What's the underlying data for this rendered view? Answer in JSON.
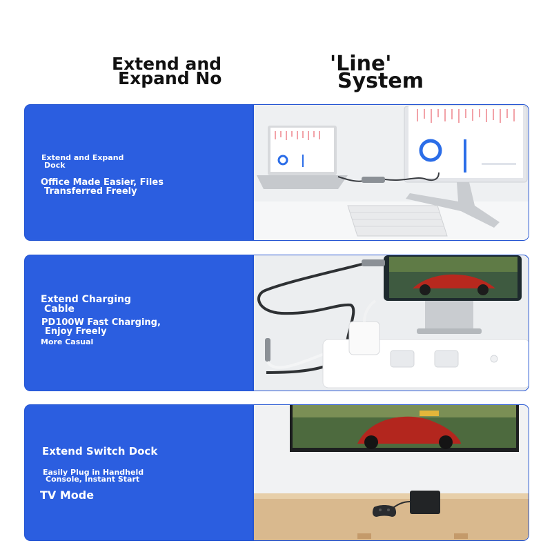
{
  "header": {
    "left_line1": "Extend and",
    "left_line2": "Expand No",
    "right_line1": "'Line'",
    "right_line2": "System"
  },
  "panels": [
    {
      "heading_line1": "Extend and Expand",
      "heading_line2": "Dock",
      "sub_line1": "Office Made Easier, Files",
      "sub_line2": "Transferred Freely"
    },
    {
      "heading_line1": "Extend Charging",
      "heading_line2": "Cable",
      "sub_line1": "PD100W Fast Charging,",
      "sub_line2": "Enjoy Freely",
      "extra": "More Casual"
    },
    {
      "heading": "Extend Switch Dock",
      "sub_line1": "Easily Plug in Handheld",
      "sub_line2": "Console, Instant Start",
      "extra": "TV Mode"
    }
  ],
  "colors": {
    "panel_blue": "#2b5ee0",
    "text_white": "#ffffff",
    "title_black": "#111111"
  }
}
